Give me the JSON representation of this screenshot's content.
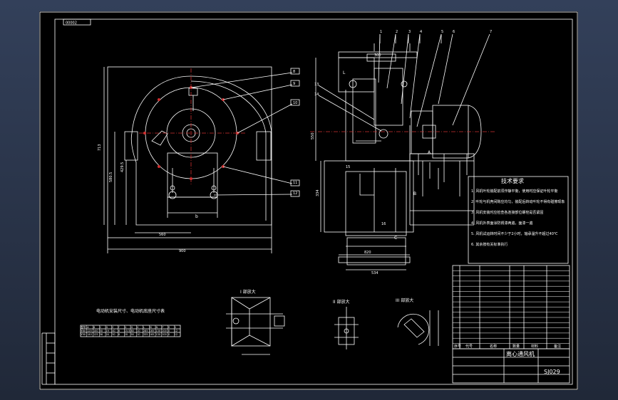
{
  "sheet": {
    "corner_code": "00002",
    "colors": {
      "line": "#ffffff",
      "center_line": "#d03030",
      "background": "#000000",
      "viewport": "#2a3446"
    }
  },
  "technical_requirements": {
    "title": "技术要求",
    "items": [
      "1. 风机叶轮装配前须作静平衡，使用时应保证叶轮平衡",
      "2. 叶轮与机壳间隙应均匀，装配后转动叶轮不得有碰擦现象",
      "3. 风机安装时应检查各连接部位螺栓是否紧固",
      "4. 风机外表面涂防锈漆两遍，面漆一遍",
      "5. 风机试运转时间不少于2小时，轴承温升不超过40℃",
      "6. 其余按有关标准执行"
    ]
  },
  "param_table": {
    "title": "电动机安装尺寸、电动机底座尺寸表",
    "rows": [
      [
        "型号",
        "A",
        "B",
        "C",
        "D",
        "E",
        "F",
        "G",
        "H",
        "K",
        "L",
        "M",
        "N",
        "P",
        "R",
        "S"
      ],
      [
        "Y80",
        "125",
        "100",
        "50",
        "19",
        "40",
        "6",
        "15.5",
        "80",
        "10",
        "285",
        "165",
        "130",
        "200",
        "0",
        "12"
      ],
      [
        "Y90",
        "140",
        "125",
        "56",
        "24",
        "50",
        "8",
        "20",
        "90",
        "10",
        "335",
        "165",
        "130",
        "200",
        "0",
        "12"
      ]
    ]
  },
  "detail_views": {
    "I": {
      "label": "I 部放大"
    },
    "II": {
      "label": "II 部放大"
    },
    "III": {
      "label": "III 部放大"
    }
  },
  "title_block": {
    "drawing_name": "离心通风机",
    "drawing_number": "SJ029",
    "headers": [
      "序号",
      "代号",
      "名称",
      "数量",
      "材料",
      "备注"
    ]
  },
  "dimensions": {
    "front_width": "900",
    "front_height": "713",
    "mid_width": "560",
    "left_height_1": "580.5",
    "left_height_2": "429.5",
    "right_width": "534",
    "right_top": "300",
    "side_height": "550",
    "side_mid": "334",
    "bottom_dim": "820"
  },
  "part_labels": [
    "1",
    "2",
    "3",
    "4",
    "5",
    "6",
    "7",
    "8",
    "9",
    "10",
    "11",
    "12",
    "13",
    "14",
    "15",
    "16"
  ],
  "view_labels": [
    "A",
    "B",
    "C",
    "L",
    "b"
  ]
}
